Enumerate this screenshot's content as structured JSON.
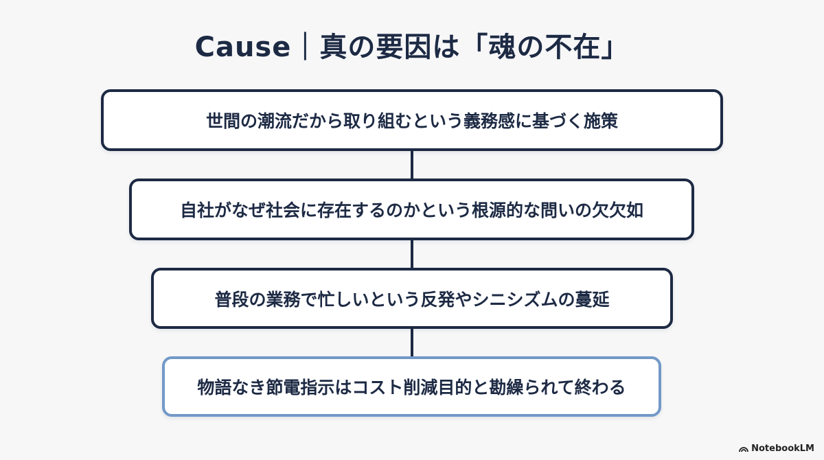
{
  "title": "Cause｜真の要因は「魂の不在」",
  "steps": [
    "世間の潮流だから取り組むという義務感に基づく施策",
    "自社がなぜ社会に存在するのかという根源的な問いの欠欠如",
    "普段の業務で忙しいという反発やシニシズムの蔓延",
    "物語なき節電指示はコスト削減目的と勘繰られて終わる"
  ],
  "colors": {
    "primary": "#1d2a44",
    "highlight_border": "#7299c7",
    "background": "#f7f7f8"
  },
  "branding": {
    "icon": "notebooklm-logo-icon",
    "label": "NotebookLM"
  }
}
